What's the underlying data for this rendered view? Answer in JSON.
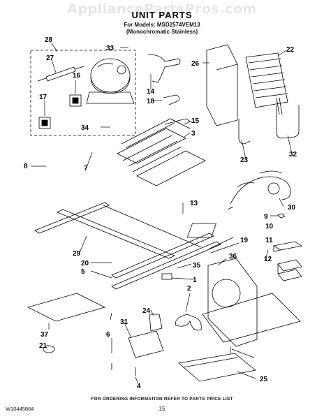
{
  "watermark": "AppliancePartsPros.com",
  "title": "UNIT PARTS",
  "models_line1": "For Models: MSD2574VEM13",
  "models_line2": "(Monochromatic Stainless)",
  "footer": {
    "doc_number": "W10445864",
    "instruction": "FOR ORDERING INFORMATION REFER TO PARTS PRICE LIST",
    "page": "15"
  },
  "callouts": [
    "28",
    "27",
    "16",
    "17",
    "33",
    "34",
    "14",
    "18",
    "26",
    "22",
    "15",
    "3",
    "23",
    "32",
    "8",
    "7",
    "30",
    "13",
    "9",
    "10",
    "11",
    "12",
    "29",
    "19",
    "20",
    "35",
    "36",
    "5",
    "1",
    "2",
    "24",
    "31",
    "6",
    "37",
    "21",
    "4",
    "25"
  ]
}
